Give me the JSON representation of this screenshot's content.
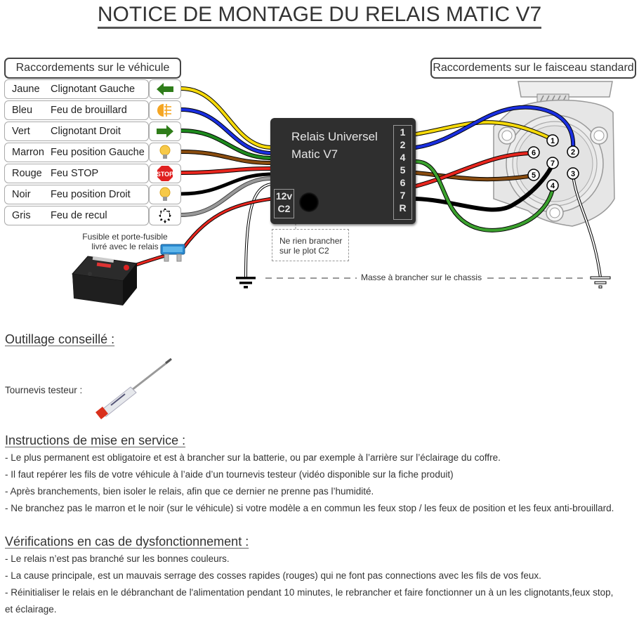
{
  "title": "NOTICE DE MONTAGE DU RELAIS MATIC V7",
  "vehicle_header": "Raccordements sur le véhicule",
  "harness_header": "Raccordements sur le faisceau standard",
  "vehicle_rows": [
    {
      "color_name": "Jaune",
      "function": "Clignotant Gauche",
      "icon": "left-arrow-icon",
      "wire_color": "#f5d90a"
    },
    {
      "color_name": "Bleu",
      "function": "Feu de brouillard",
      "icon": "fog-light-icon",
      "wire_color": "#1a2fe0"
    },
    {
      "color_name": "Vert",
      "function": "Clignotant Droit",
      "icon": "right-arrow-icon",
      "wire_color": "#1e8a1e"
    },
    {
      "color_name": "Marron",
      "function": "Feu position Gauche",
      "icon": "bulb-icon",
      "wire_color": "#8a4d10"
    },
    {
      "color_name": "Rouge",
      "function": "Feu STOP",
      "icon": "stop-sign-icon",
      "wire_color": "#e8261e"
    },
    {
      "color_name": "Noir",
      "function": "Feu position Droit",
      "icon": "bulb-icon",
      "wire_color": "#000000"
    },
    {
      "color_name": "Gris",
      "function": "Feu de recul",
      "icon": "reverse-light-icon",
      "wire_color": "#888888"
    }
  ],
  "stop_icon_text": "STOP",
  "relay": {
    "name_line1": "Relais Universel",
    "name_line2": "Matic V7",
    "pins": [
      "1",
      "2",
      "4",
      "5",
      "6",
      "7",
      "R"
    ],
    "power_pins": [
      "12v",
      "C2"
    ]
  },
  "c2_note": {
    "line1": "Ne rien brancher",
    "line2": "sur le plot C2"
  },
  "fuse_note": {
    "line1": "Fusible et porte-fusible",
    "line2": "livré avec le relais"
  },
  "ground_label": "Masse à brancher sur le chassis",
  "socket_pins": [
    "1",
    "2",
    "3",
    "4",
    "5",
    "6",
    "7"
  ],
  "tools": {
    "heading": "Outillage conseillé :",
    "item_label": "Tournevis testeur :"
  },
  "instructions": {
    "heading": "Instructions de mise en service :",
    "items": [
      "- Le plus permanent est obligatoire et est à brancher sur la batterie, ou par exemple à l’arrière sur l’éclairage du coffre.",
      "- Il faut repérer les fils de votre véhicule à l’aide d’un tournevis testeur (vidéo disponible sur la fiche produit)",
      "- Après branchements, bien isoler le relais, afin que ce dernier ne prenne pas l’humidité.",
      "- Ne branchez pas le marron et le noir (sur le véhicule) si votre modèle a en commun les feux stop / les feux de position et les feux anti-brouillard."
    ]
  },
  "troubleshooting": {
    "heading": "Vérifications en cas de dysfonctionnement :",
    "items": [
      "- Le relais n’est pas branché sur les bonnes couleurs.",
      "- La cause principale, est un mauvais serrage des cosses rapides (rouges) qui ne font pas connections avec les fils de vos feux.",
      "- Réinitialiser le relais en le débranchant de l'alimentation pendant 10 minutes, le rebrancher et faire fonctionner un à un les clignotants,feux stop,",
      "et éclairage."
    ]
  }
}
